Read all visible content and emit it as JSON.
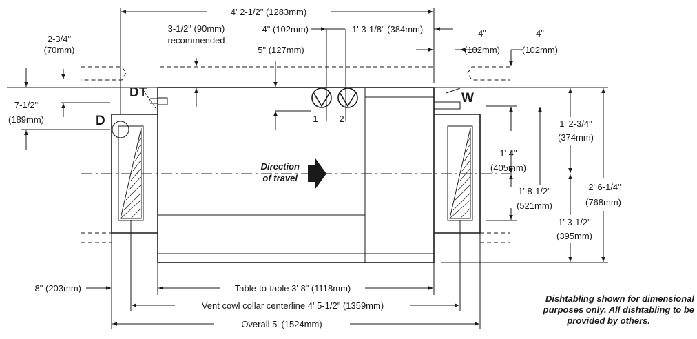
{
  "markers": {
    "dt": "DT",
    "d": "D",
    "w": "W",
    "fill1": "1",
    "fill2": "2"
  },
  "direction": {
    "line1": "Direction",
    "line2": "of travel"
  },
  "dims": {
    "top_overall": "4' 2-1/2\" (1283mm)",
    "left_offset_a": "2-3/4\"",
    "left_offset_b": "(70mm)",
    "recommended_a": "3-1/2\" (90mm)",
    "recommended_b": "recommended",
    "inlet_spacing": "4\" (102mm)",
    "inlet_to_end": "1' 3-1/8\" (384mm)",
    "inlet_depth": "5\" (127mm)",
    "right_offset_1a": "4\"",
    "right_offset_1b": "(102mm)",
    "right_offset_2a": "4\"",
    "right_offset_2b": "(102mm)",
    "drain_a": "7-1/2\"",
    "drain_b": "(189mm)",
    "r_upper_a": "1' 2-3/4\"",
    "r_upper_b": "(374mm)",
    "r_mid_a": "1' 4\"",
    "r_mid_b": "(405mm)",
    "r_total_a": "1' 8-1/2\"",
    "r_total_b": "(521mm)",
    "r_lower_a": "1' 3-1/2\"",
    "r_lower_b": "(395mm)",
    "r_overall_a": "2' 6-1/4\"",
    "r_overall_b": "(768mm)",
    "left_bottom": "8\" (203mm)",
    "table_to_table": "Table-to-table 3' 8\" (1118mm)",
    "vent_cowl": "Vent cowl collar centerline 4' 5-1/2\" (1359mm)",
    "overall": "Overall 5' (1524mm)"
  },
  "note": {
    "line1": "Dishtabling shown for dimensional",
    "line2": "purposes only. All dishtabling to be",
    "line3": "provided by others."
  }
}
